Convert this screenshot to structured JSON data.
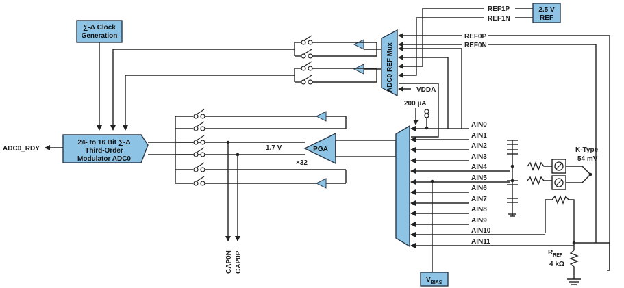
{
  "blocks": {
    "clock_gen": [
      "∑-Δ Clock",
      "Generation"
    ],
    "modulator": [
      "24- to 16 Bit ∑-Δ",
      "Third-Order",
      "Modulator ADC0"
    ],
    "ref_mux": "ADC0 REF Mux",
    "ref_2v5": [
      "2.5 V",
      "REF"
    ],
    "pga": "PGA",
    "vbias": "V",
    "vbias_sub": "BIAS"
  },
  "labels": {
    "adc_rdy": "ADC0_RDY",
    "refp1": "REF1P",
    "refn1": "REF1N",
    "refp0": "REF0P",
    "refn0": "REF0N",
    "vdda": "VDDA",
    "current": "200 µA",
    "v17": "1.7 V",
    "gain": "×32",
    "capn": "CAP0N",
    "capp": "CAP0P",
    "ktype": [
      "K-Type",
      "54 mV"
    ],
    "rref": "R",
    "rref_sub": "REF",
    "rref_val": "4 kΩ"
  },
  "ain": [
    "AIN0",
    "AIN1",
    "AIN2",
    "AIN3",
    "AIN4",
    "AIN5",
    "AIN6",
    "AIN7",
    "AIN8",
    "AIN9",
    "AIN10",
    "AIN11"
  ],
  "colors": {
    "block_fill": "#8dc4e6",
    "wire": "#222222"
  }
}
